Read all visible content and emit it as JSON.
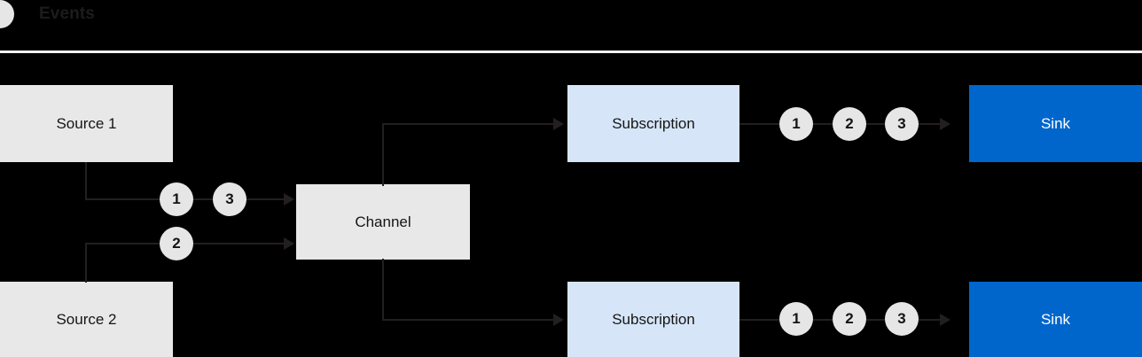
{
  "legend": {
    "marker_icon": "event-token-circle",
    "label": "Events"
  },
  "nodes": {
    "source1": {
      "label": "Source 1",
      "fill": "#e8e8e8"
    },
    "source2": {
      "label": "Source 2",
      "fill": "#e8e8e8"
    },
    "channel": {
      "label": "Channel",
      "fill": "#e8e8e8"
    },
    "subscription_top": {
      "label": "Subscription",
      "fill": "#d6e6f8"
    },
    "subscription_bottom": {
      "label": "Subscription",
      "fill": "#d6e6f8"
    },
    "sink_top": {
      "label": "Sink",
      "fill": "#0066cc"
    },
    "sink_bottom": {
      "label": "Sink",
      "fill": "#0066cc"
    }
  },
  "tokens": {
    "source1_to_channel": [
      "1",
      "3"
    ],
    "source2_to_channel": [
      "2"
    ],
    "subscription_top_to_sink": [
      "1",
      "2",
      "3"
    ],
    "subscription_bottom_to_sink": [
      "1",
      "2",
      "3"
    ]
  },
  "colors": {
    "background": "#000000",
    "node_gray": "#e8e8e8",
    "node_light_blue": "#d6e6f8",
    "node_blue": "#0066cc",
    "connector": "#231f20",
    "token_fill": "#e6e6e6",
    "rule": "#f2f2f2"
  }
}
